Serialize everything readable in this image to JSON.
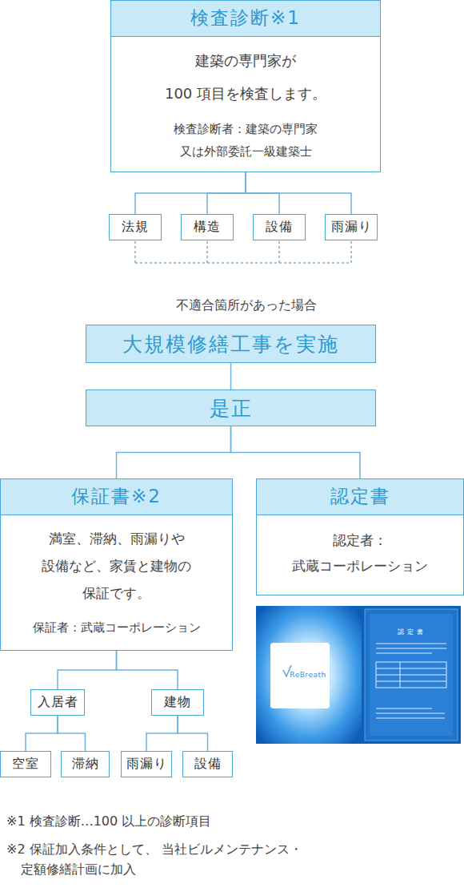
{
  "diagram": {
    "nodes": [
      {
        "text": [
          "検査診断※1",
          "建築の専門家が 100 項目を検査します。",
          "検査診断者：建築の専門家 又は外部委託一級建築士"
        ]
      },
      {
        "text": [
          "法規"
        ]
      },
      {
        "text": [
          "構造"
        ]
      },
      {
        "text": [
          "設備"
        ]
      },
      {
        "text": [
          "雨漏り"
        ]
      },
      {
        "text": [
          "大規模修繕工事を実施"
        ]
      },
      {
        "text": [
          "是正"
        ]
      },
      {
        "text": [
          "保証書※2",
          "満室、滞納、雨漏りや 設備など、家賃と建物の 保証です。",
          "保証者：武蔵コーポレーション"
        ]
      },
      {
        "text": [
          "認定書",
          "認定者： 武蔵コーポレーション"
        ]
      },
      {
        "text": [
          "入居者"
        ]
      },
      {
        "text": [
          "建物"
        ]
      },
      {
        "text": [
          "空室"
        ]
      },
      {
        "text": [
          "滞納"
        ]
      },
      {
        "text": [
          "雨漏り"
        ]
      },
      {
        "text": [
          "設備"
        ]
      }
    ],
    "edges": [
      {
        "from": 0,
        "to": 1,
        "arrow": "none"
      },
      {
        "from": 0,
        "to": 2,
        "arrow": "none"
      },
      {
        "from": 0,
        "to": 3,
        "arrow": "none"
      },
      {
        "from": 0,
        "to": 4,
        "arrow": "none"
      },
      {
        "from": 5,
        "to": 6,
        "arrow": "none"
      },
      {
        "from": 6,
        "to": 7,
        "arrow": "none"
      },
      {
        "from": 6,
        "to": 8,
        "arrow": "none"
      },
      {
        "from": 7,
        "to": 9,
        "arrow": "none"
      },
      {
        "from": 7,
        "to": 10,
        "arrow": "none"
      },
      {
        "from": 9,
        "to": 11,
        "arrow": "none"
      },
      {
        "from": 9,
        "to": 12,
        "arrow": "none"
      },
      {
        "from": 10,
        "to": 13,
        "arrow": "none"
      },
      {
        "from": 10,
        "to": 14,
        "arrow": "none"
      }
    ],
    "labels": [
      "不適合箇所があった場合",
      "ReBreath",
      "認定書",
      "※1 検査診断…100 以上の診断項目",
      "※2 保証加入条件として、 当社ビルメンテナンス・定額修繕計画に加入"
    ]
  }
}
